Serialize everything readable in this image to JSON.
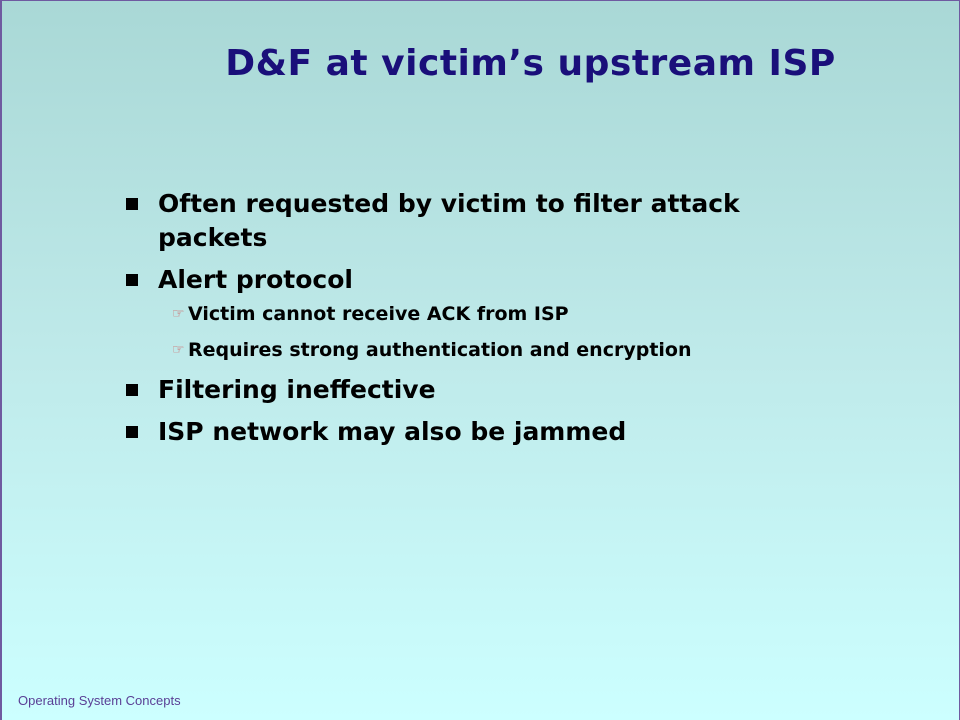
{
  "slide": {
    "title": "D&F at victim’s upstream ISP",
    "bullets": [
      {
        "text": "Often requested by victim to filter attack packets",
        "sub": []
      },
      {
        "text": "Alert protocol",
        "sub": [
          "Victim cannot receive ACK from ISP",
          "Requires strong authentication and encryption"
        ]
      },
      {
        "text": "Filtering ineffective",
        "sub": []
      },
      {
        "text": "ISP network may also be jammed",
        "sub": []
      }
    ],
    "footer": "Operating System Concepts"
  },
  "icons": {
    "main_bullet": "black-square-icon",
    "sub_bullet": "pointing-hand-icon"
  },
  "colors": {
    "title": "#1a0f7a",
    "footer": "#5a3f95",
    "sub_marker": "#d06a6a",
    "bg_top": "#a9d8d6",
    "bg_bottom": "#ccffff"
  }
}
